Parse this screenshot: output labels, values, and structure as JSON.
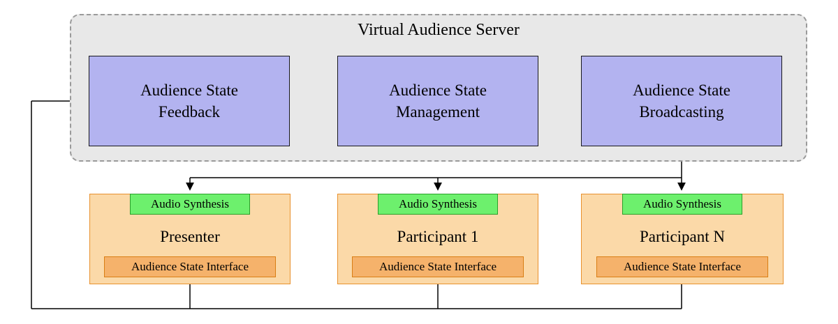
{
  "server": {
    "title": "Virtual Audience Server",
    "modules": [
      {
        "label": "Audience State\nFeedback"
      },
      {
        "label": "Audience State\nManagement"
      },
      {
        "label": "Audience State\nBroadcasting"
      }
    ]
  },
  "clients": [
    {
      "name": "Presenter",
      "audio_synthesis": "Audio Synthesis",
      "state_interface": "Audience State Interface"
    },
    {
      "name": "Participant 1",
      "audio_synthesis": "Audio Synthesis",
      "state_interface": "Audience State Interface"
    },
    {
      "name": "Participant N",
      "audio_synthesis": "Audio Synthesis",
      "state_interface": "Audience State Interface"
    }
  ],
  "colors": {
    "server_fill": "#e8e8e8",
    "server_border": "#9a9a9a",
    "module_fill": "#b3b3f0",
    "client_fill": "#fbd9a8",
    "client_border": "#e8912d",
    "interface_fill": "#f5b26b",
    "audio_fill": "#6df06d",
    "audio_border": "#2aa02a",
    "connector": "#000000"
  }
}
